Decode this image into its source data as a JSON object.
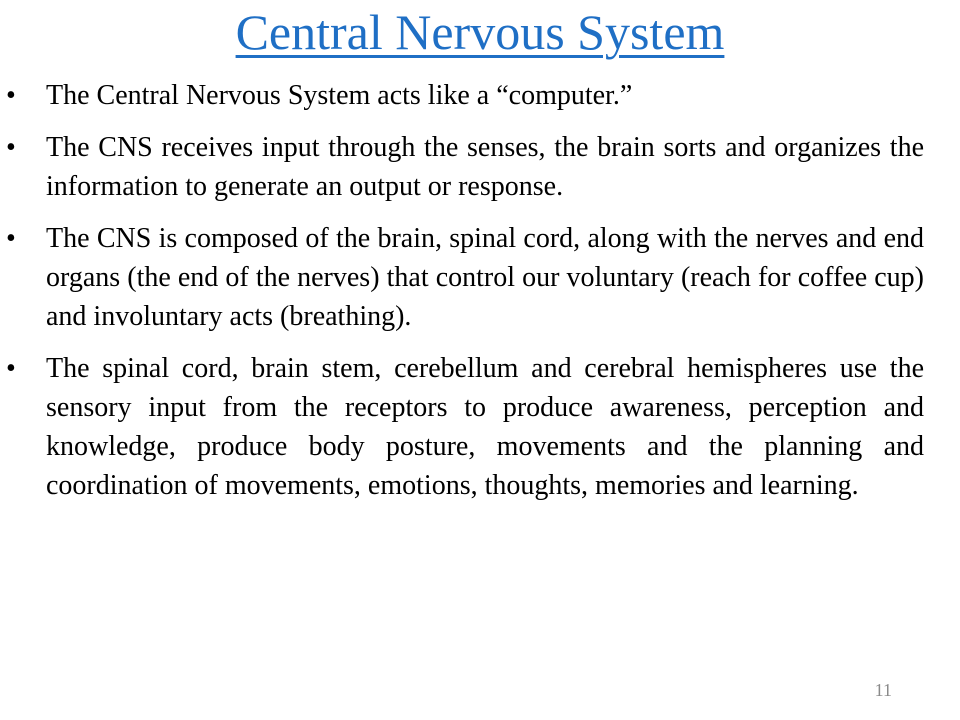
{
  "slide": {
    "title": "Central Nervous System",
    "bullets": [
      "The Central Nervous System acts like a “computer.”",
      "The CNS receives input through the senses, the brain sorts and organizes the information to generate an output or response.",
      "The CNS is composed of the brain, spinal cord, along with the nerves and end organs (the end of the nerves) that control our voluntary (reach for coffee cup) and involuntary acts (breathing).",
      "The spinal cord, brain stem, cerebellum and cerebral hemispheres use the sensory input from the receptors to produce awareness, perception and knowledge, produce body posture, movements and the planning and coordination of movements, emotions, thoughts, memories and learning."
    ],
    "bullet_glyph": "•",
    "page_number": "11",
    "colors": {
      "title": "#1f6fc5",
      "text": "#000000",
      "page_number": "#8a8a8a"
    }
  }
}
